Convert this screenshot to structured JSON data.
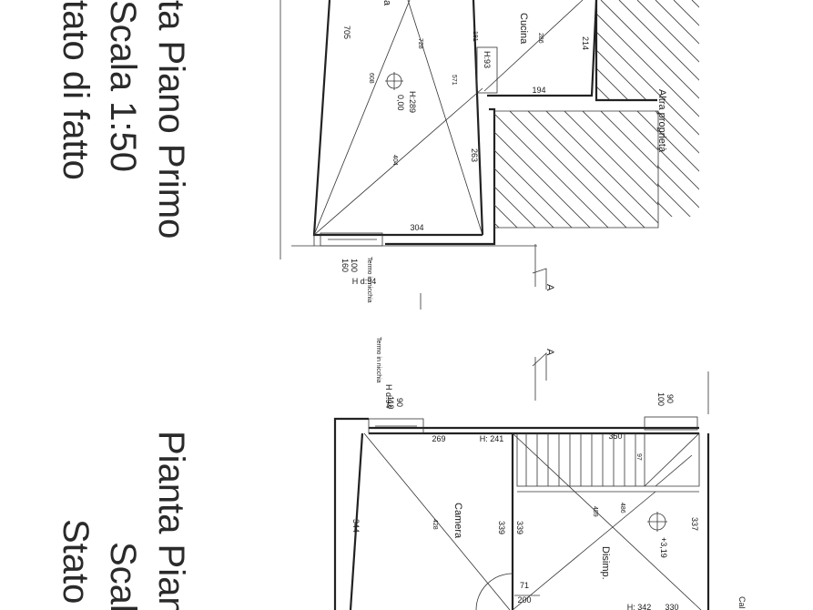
{
  "title_top": {
    "line1": "ta Piano Primo",
    "line2": "Scala 1:50",
    "line3": "tato di fatto"
  },
  "title_bottom": {
    "line1": "Pianta Pian",
    "line2": "Scal",
    "line3": "Stato"
  },
  "rooms": {
    "cucina": "Cucina",
    "camera": "Camera",
    "disimp": "Disimp.",
    "top_partial": "a"
  },
  "neighbor_label": "Altra proprietà",
  "section_marks": [
    "A",
    "A"
  ],
  "notes": {
    "termo_top": "Termo in nicchia",
    "termo_bottom": "Termo in nicchia",
    "hd_top": "H d:94",
    "hd_bottom": "H d:94",
    "cal_partial": "Cal"
  },
  "dimensions": {
    "d705": "705",
    "d728": "728",
    "d608": "608",
    "d404": "404",
    "d571": "571",
    "d181": "181",
    "d286": "286",
    "d214": "214",
    "h93": "H:93",
    "d194": "194",
    "h289": "H:289",
    "level_top": "0,00",
    "d263": "263",
    "d304": "304",
    "d100a": "100",
    "d160": "160",
    "d90a": "90",
    "d110": "110",
    "d90b": "90",
    "d100b": "100",
    "d269": "269",
    "h241": "H: 241",
    "d350": "350",
    "d97": "97",
    "d344": "344",
    "d428": "428",
    "d339a": "339",
    "d339b": "339",
    "d486": "486",
    "d489": "489",
    "d337": "337",
    "level_bottom": "+3,19",
    "d71": "71",
    "d200": "200",
    "h342": "H: 342",
    "d330": "330"
  }
}
